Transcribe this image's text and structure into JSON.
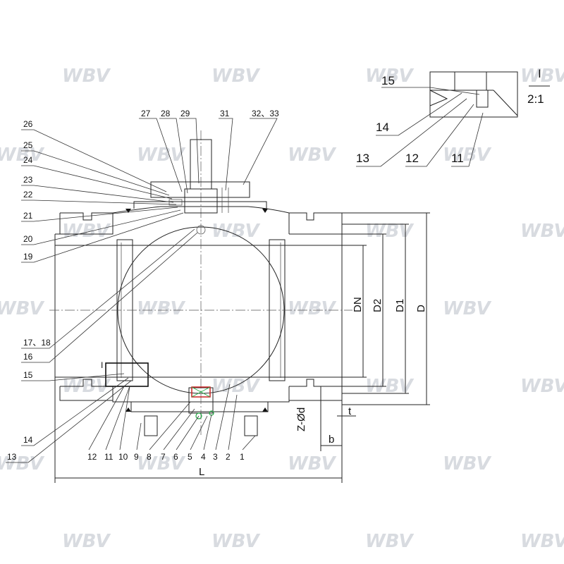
{
  "watermark": "WBV",
  "colors": {
    "line": "#222222",
    "seal_red": "#cc2222",
    "seal_green": "#22aa44",
    "watermark": "#d8dbe0"
  },
  "detail": {
    "label": "I",
    "scale": "2:1"
  },
  "detail_callouts": [
    "15",
    "14",
    "13",
    "12",
    "11"
  ],
  "callouts_left": [
    "26",
    "25",
    "24",
    "23",
    "22",
    "21",
    "20",
    "19",
    "17、18",
    "16",
    "15",
    "14",
    "13"
  ],
  "callouts_top": [
    "27",
    "28",
    "29",
    "31",
    "32、33"
  ],
  "callouts_bottom": [
    "12",
    "11",
    "10",
    "9",
    "8",
    "7",
    "6",
    "5",
    "4",
    "3",
    "2",
    "1"
  ],
  "dimensions": {
    "dn": "DN",
    "d2": "D2",
    "d1": "D1",
    "d": "D",
    "bolt_holes": "Z-Ød",
    "thickness": "t",
    "flange": "b",
    "length": "L"
  }
}
